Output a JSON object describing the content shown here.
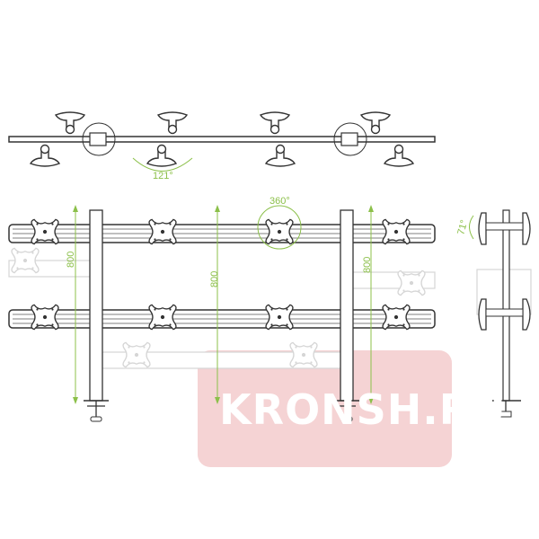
{
  "diagram": {
    "top_view": {
      "swivel_angle": "121°"
    },
    "front_view": {
      "rotation_angle": "360°",
      "height_left": "800",
      "height_center": "800",
      "height_right": "800"
    },
    "side_view": {
      "tilt_angle": "71°"
    }
  },
  "watermark": {
    "text": "KRONSH.RU",
    "color": "#f2c4c6"
  },
  "colors": {
    "line": "#333333",
    "dimension": "#8cc04a",
    "ghost": "#d6d6d6"
  }
}
